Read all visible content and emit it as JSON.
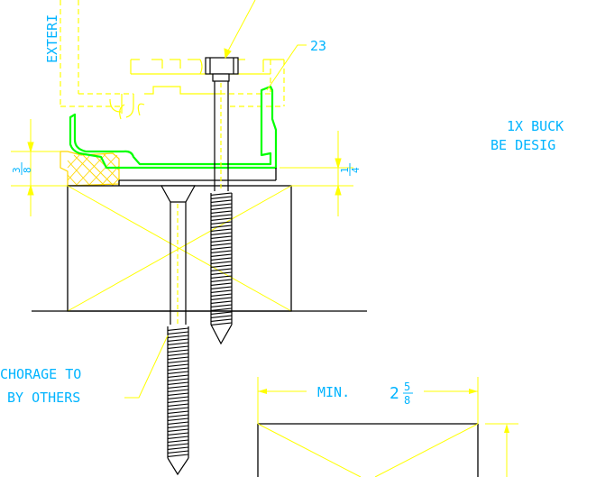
{
  "labels": {
    "exterior": "EXTERI",
    "callout_number": "23",
    "note_line1": "1X BUCK",
    "note_line2": "BE DESIG",
    "anchorage_line1": "CHORAGE TO",
    "anchorage_line2": "BY OTHERS",
    "min_prefix": "MIN.",
    "min_whole": "2",
    "min_numerator": "5",
    "min_denominator": "8",
    "dim_left_numerator": "3",
    "dim_left_denominator": "8",
    "dim_right_numerator": "1",
    "dim_right_denominator": "4"
  },
  "colors": {
    "background": "#ffffff",
    "outline": "#000000",
    "annotation": "#00b4ff",
    "profile": "#00ff00",
    "callout": "#ffff00",
    "sealant": "#ffd800"
  }
}
